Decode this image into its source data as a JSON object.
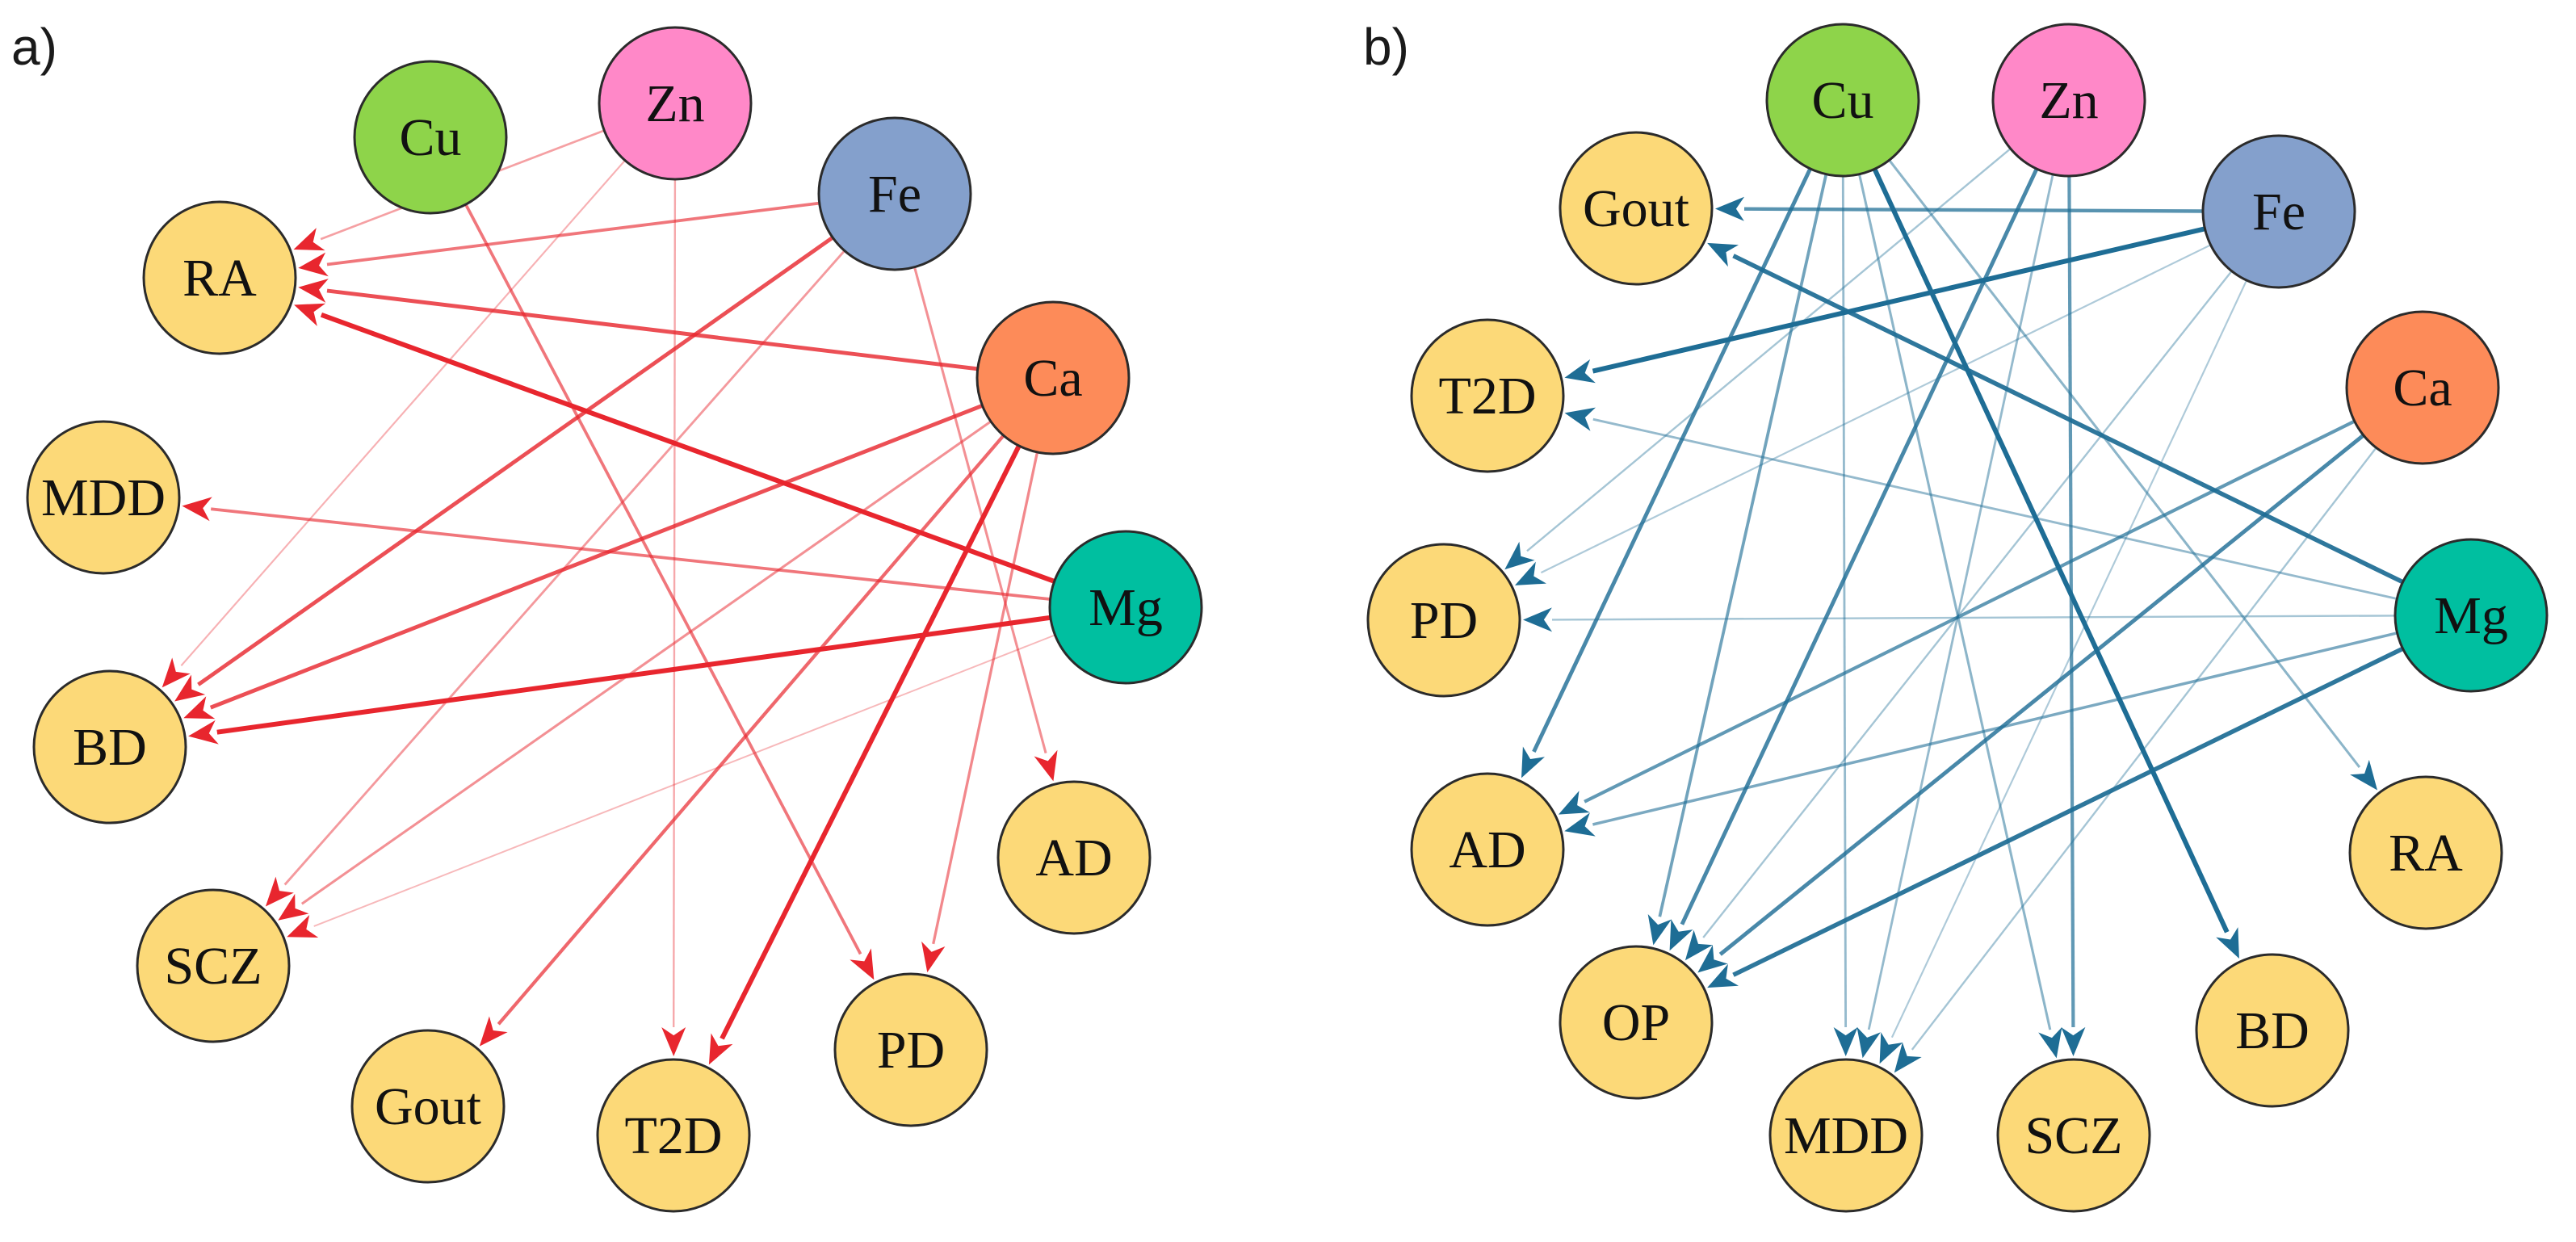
{
  "colors": {
    "Cu": "#8ed44a",
    "Zn": "#ff88c8",
    "Fe": "#84a0cc",
    "Ca": "#fd8b59",
    "Mg": "#00bfa0",
    "disease": "#fcd978",
    "edge_a": "#e8262e",
    "edge_b": "#1e6d95"
  },
  "panels": [
    {
      "label": "a)",
      "nodes": [
        {
          "id": "Cu",
          "label": "Cu",
          "kind": "element"
        },
        {
          "id": "Zn",
          "label": "Zn",
          "kind": "element"
        },
        {
          "id": "Fe",
          "label": "Fe",
          "kind": "element"
        },
        {
          "id": "Ca",
          "label": "Ca",
          "kind": "element"
        },
        {
          "id": "Mg",
          "label": "Mg",
          "kind": "element"
        },
        {
          "id": "AD",
          "label": "AD",
          "kind": "disease"
        },
        {
          "id": "PD",
          "label": "PD",
          "kind": "disease"
        },
        {
          "id": "T2D",
          "label": "T2D",
          "kind": "disease"
        },
        {
          "id": "Gout",
          "label": "Gout",
          "kind": "disease"
        },
        {
          "id": "SCZ",
          "label": "SCZ",
          "kind": "disease"
        },
        {
          "id": "BD",
          "label": "BD",
          "kind": "disease"
        },
        {
          "id": "MDD",
          "label": "MDD",
          "kind": "disease"
        },
        {
          "id": "RA",
          "label": "RA",
          "kind": "disease"
        }
      ],
      "edges": [
        {
          "from": "Zn",
          "to": "RA",
          "weight": 0.25
        },
        {
          "from": "Fe",
          "to": "RA",
          "weight": 0.5
        },
        {
          "from": "Ca",
          "to": "RA",
          "weight": 0.75
        },
        {
          "from": "Mg",
          "to": "RA",
          "weight": 1.0
        },
        {
          "from": "Mg",
          "to": "MDD",
          "weight": 0.5
        },
        {
          "from": "Zn",
          "to": "BD",
          "weight": 0.15
        },
        {
          "from": "Fe",
          "to": "BD",
          "weight": 0.75
        },
        {
          "from": "Ca",
          "to": "BD",
          "weight": 0.75
        },
        {
          "from": "Mg",
          "to": "BD",
          "weight": 1.0
        },
        {
          "from": "Fe",
          "to": "SCZ",
          "weight": 0.3
        },
        {
          "from": "Ca",
          "to": "SCZ",
          "weight": 0.35
        },
        {
          "from": "Mg",
          "to": "SCZ",
          "weight": 0.1
        },
        {
          "from": "Ca",
          "to": "Gout",
          "weight": 0.6
        },
        {
          "from": "Zn",
          "to": "T2D",
          "weight": 0.2
        },
        {
          "from": "Ca",
          "to": "T2D",
          "weight": 1.0
        },
        {
          "from": "Cu",
          "to": "PD",
          "weight": 0.5
        },
        {
          "from": "Ca",
          "to": "PD",
          "weight": 0.4
        },
        {
          "from": "Fe",
          "to": "AD",
          "weight": 0.35
        }
      ]
    },
    {
      "label": "b)",
      "nodes": [
        {
          "id": "Cu",
          "label": "Cu",
          "kind": "element"
        },
        {
          "id": "Zn",
          "label": "Zn",
          "kind": "element"
        },
        {
          "id": "Fe",
          "label": "Fe",
          "kind": "element"
        },
        {
          "id": "Ca",
          "label": "Ca",
          "kind": "element"
        },
        {
          "id": "Mg",
          "label": "Mg",
          "kind": "element"
        },
        {
          "id": "RA",
          "label": "RA",
          "kind": "disease"
        },
        {
          "id": "BD",
          "label": "BD",
          "kind": "disease"
        },
        {
          "id": "SCZ",
          "label": "SCZ",
          "kind": "disease"
        },
        {
          "id": "MDD",
          "label": "MDD",
          "kind": "disease"
        },
        {
          "id": "OP",
          "label": "OP",
          "kind": "disease"
        },
        {
          "id": "AD",
          "label": "AD",
          "kind": "disease"
        },
        {
          "id": "PD",
          "label": "PD",
          "kind": "disease"
        },
        {
          "id": "T2D",
          "label": "T2D",
          "kind": "disease"
        },
        {
          "id": "Gout",
          "label": "Gout",
          "kind": "disease"
        }
      ],
      "edges": [
        {
          "from": "Fe",
          "to": "Gout",
          "weight": 0.65
        },
        {
          "from": "Mg",
          "to": "Gout",
          "weight": 0.9
        },
        {
          "from": "Fe",
          "to": "T2D",
          "weight": 1.0
        },
        {
          "from": "Mg",
          "to": "T2D",
          "weight": 0.3
        },
        {
          "from": "Zn",
          "to": "PD",
          "weight": 0.2
        },
        {
          "from": "Fe",
          "to": "PD",
          "weight": 0.15
        },
        {
          "from": "Mg",
          "to": "PD",
          "weight": 0.2
        },
        {
          "from": "Cu",
          "to": "AD",
          "weight": 0.75
        },
        {
          "from": "Ca",
          "to": "AD",
          "weight": 0.6
        },
        {
          "from": "Mg",
          "to": "AD",
          "weight": 0.45
        },
        {
          "from": "Cu",
          "to": "OP",
          "weight": 0.5
        },
        {
          "from": "Zn",
          "to": "OP",
          "weight": 0.75
        },
        {
          "from": "Fe",
          "to": "OP",
          "weight": 0.2
        },
        {
          "from": "Ca",
          "to": "OP",
          "weight": 0.75
        },
        {
          "from": "Mg",
          "to": "OP",
          "weight": 0.9
        },
        {
          "from": "Cu",
          "to": "MDD",
          "weight": 0.3
        },
        {
          "from": "Zn",
          "to": "MDD",
          "weight": 0.3
        },
        {
          "from": "Fe",
          "to": "MDD",
          "weight": 0.15
        },
        {
          "from": "Ca",
          "to": "MDD",
          "weight": 0.2
        },
        {
          "from": "Cu",
          "to": "SCZ",
          "weight": 0.35
        },
        {
          "from": "Zn",
          "to": "SCZ",
          "weight": 0.6
        },
        {
          "from": "Cu",
          "to": "BD",
          "weight": 1.0
        },
        {
          "from": "Cu",
          "to": "RA",
          "weight": 0.35
        }
      ]
    }
  ]
}
